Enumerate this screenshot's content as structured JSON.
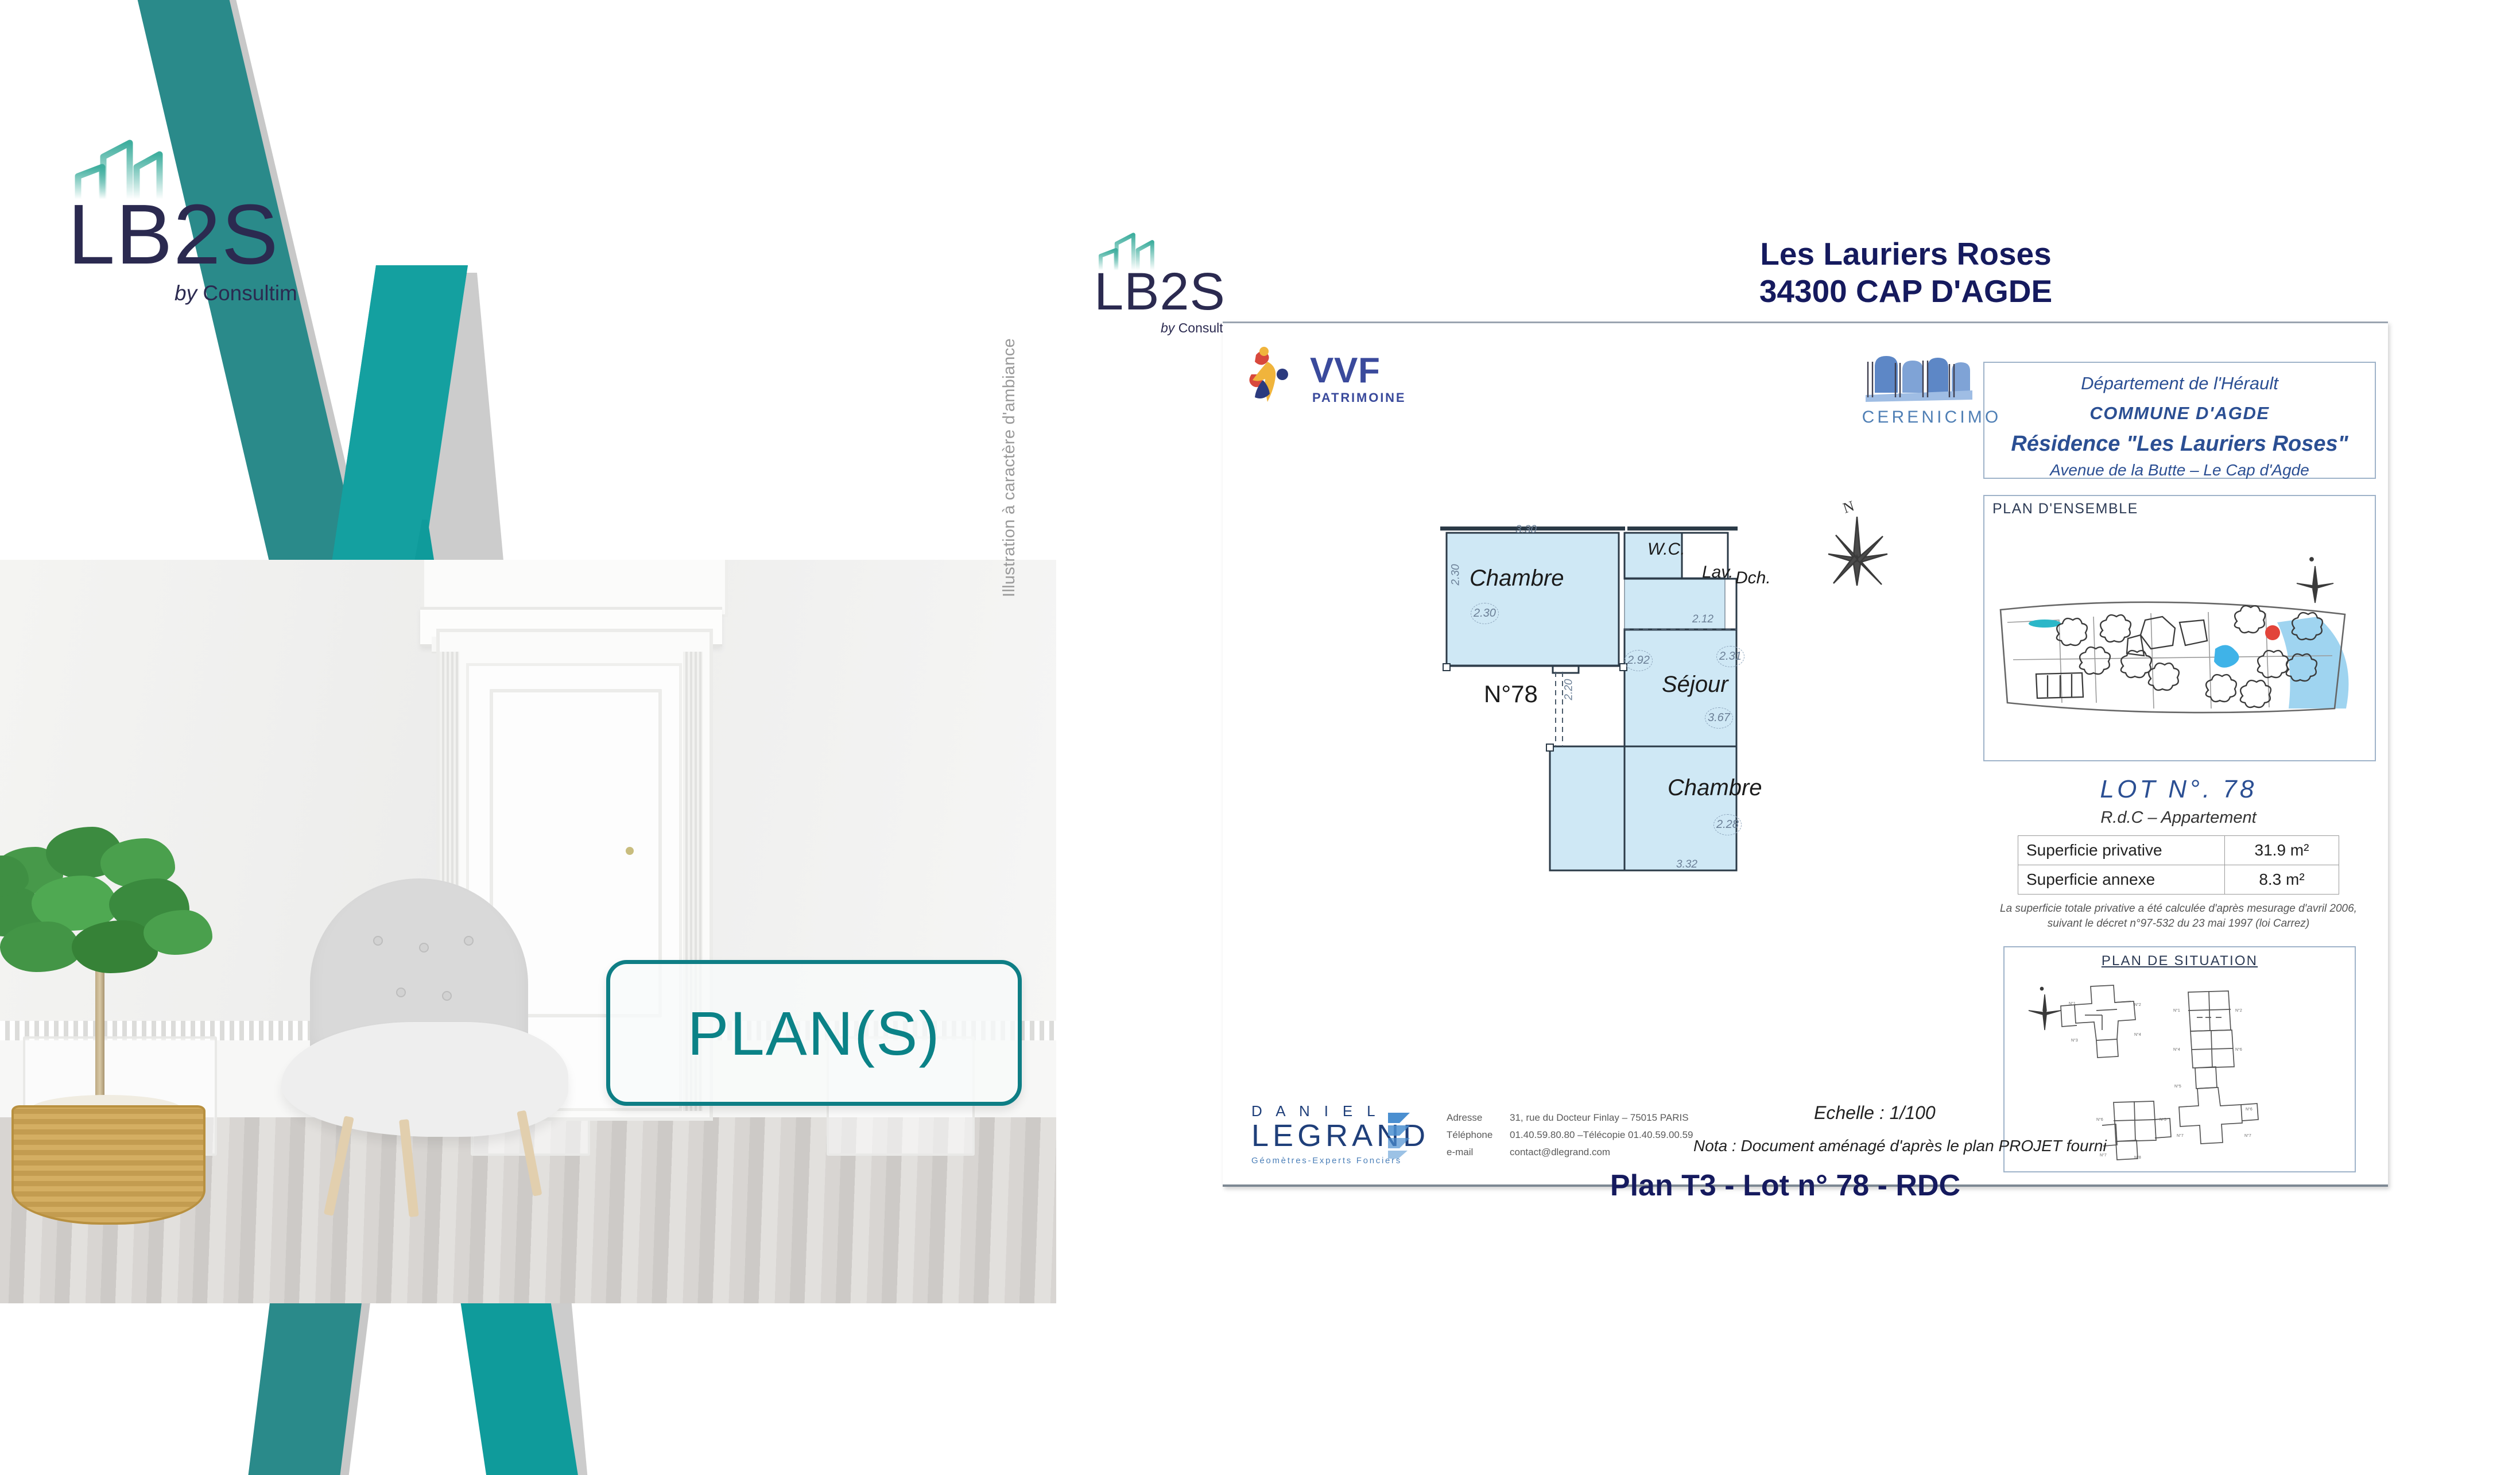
{
  "brand": {
    "logo_word": "LB2S",
    "logo_sub_by": "by ",
    "logo_sub_name": "Consultim",
    "teal": "#14a0a0",
    "teal_dark": "#2a8a8a",
    "navy": "#2b2a50"
  },
  "left": {
    "plans_button_label": "PLAN(S)",
    "photo_caption_vertical": "Illustration à caractère d'ambiance"
  },
  "document": {
    "title_line1": "Les Lauriers Roses",
    "title_line2": "34300 CAP D'AGDE",
    "caption": "Plan T3  - Lot n° 78 - RDC",
    "title_color": "#151a5e"
  },
  "vvf": {
    "name": "VVF",
    "tagline": "PATRIMOINE"
  },
  "cerenicimo": {
    "name": "CERENICIMO"
  },
  "title_block": {
    "line1": "Département de l'Hérault",
    "line2": "COMMUNE  D'AGDE",
    "line3": "Résidence \"Les Lauriers Roses\"",
    "line4": "Avenue de la Butte – Le Cap d'Agde"
  },
  "ensemble": {
    "label": "PLAN D'ENSEMBLE"
  },
  "situation": {
    "label": "PLAN  DE  SITUATION"
  },
  "lot": {
    "title": "LOT   N°. 78",
    "subtitle": "R.d.C  –   Appartement",
    "rows": [
      {
        "label": "Superficie privative",
        "value": "31.9 m²"
      },
      {
        "label": "Superficie annexe",
        "value": "8.3 m²"
      }
    ],
    "note_line1": "La superficie totale privative a été calculée d'après mesurage d'avril 2006,",
    "note_line2": "suivant le décret n°97-532 du 23 mai 1997 (loi Carrez)"
  },
  "floorplan": {
    "lot_marker": "N°78",
    "north": "N",
    "rooms": [
      {
        "name": "Chambre"
      },
      {
        "name": "W.C."
      },
      {
        "name": "Lav."
      },
      {
        "name": "Dch."
      },
      {
        "name": "Séjour"
      },
      {
        "name": "Chambre"
      }
    ],
    "dimensions": {
      "chambre1_width": "3.30",
      "chambre1_height": "2.30",
      "chambre1_circle": "2.30",
      "wetzone_width": "2.12",
      "sejour_a": "2.92",
      "sejour_b": "2.31",
      "sejour_c": "3.67",
      "sejour_height": "2.20",
      "chambre2_width": "3.32",
      "chambre2_circle": "2.28"
    }
  },
  "surveyor": {
    "name_first": "D A N I E L",
    "name_last": "LEGRAND",
    "qualification": "Géomètres-Experts Fonciers",
    "address_label": "Adresse",
    "address_value": "31, rue du Docteur Finlay – 75015 PARIS",
    "phone_label": "Téléphone",
    "phone_value": "01.40.59.80.80   –Télécopie    01.40.59.00.59",
    "email_label": "e-mail",
    "email_value": "contact@dlegrand.com",
    "scale": "Echelle : 1/100",
    "nota": "Nota : Document aménagé d'après le plan PROJET fourni"
  }
}
